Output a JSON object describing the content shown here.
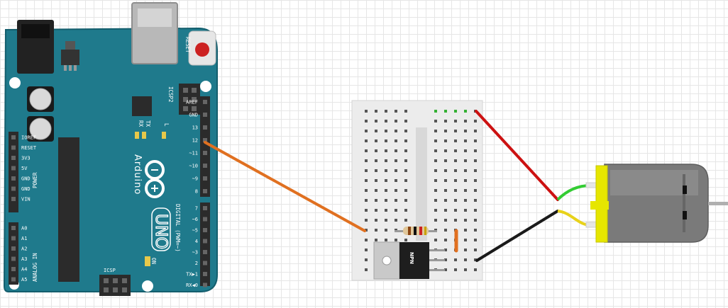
{
  "arduino": {
    "brand": "Arduino",
    "model": "UNO",
    "reset_label": "RESET",
    "icsp2_label": "ICSP2",
    "icsp_label": "ICSP",
    "tx_label": "TX",
    "rx_label": "RX",
    "l_label": "L",
    "on_label": "ON",
    "power_label": "POWER",
    "analog_label": "ANALOG IN",
    "digital_label": "DIGITAL (PWM=~)",
    "power_pins": [
      "IOREF",
      "RESET",
      "3V3",
      "5V",
      "GND",
      "GND",
      "VIN"
    ],
    "analog_pins": [
      "A0",
      "A1",
      "A2",
      "A3",
      "A4",
      "A5"
    ],
    "digital_top_pins": [
      "AREF",
      "GND",
      "13",
      "12",
      "~11",
      "~10",
      "~9",
      "8"
    ],
    "digital_bottom_pins": [
      "7",
      "~6",
      "~5",
      "4",
      "~3",
      "2",
      "TX▶1",
      "RX◀0"
    ]
  },
  "transistor": {
    "label": "NPN"
  },
  "colors": {
    "board": "#1f7a8c",
    "board_edge": "#145e6d",
    "header": "#2b2b2b",
    "wire_signal": "#e07020",
    "wire_power": "#cc1111",
    "wire_ground": "#1a1a1a",
    "lead_green": "#33cc33",
    "lead_yellow": "#e8d21a",
    "motor_body": "#7a7a7a",
    "motor_cap": "#e6e600",
    "breadboard": "#ececec",
    "breadboard_hole_active": "#33b033"
  }
}
